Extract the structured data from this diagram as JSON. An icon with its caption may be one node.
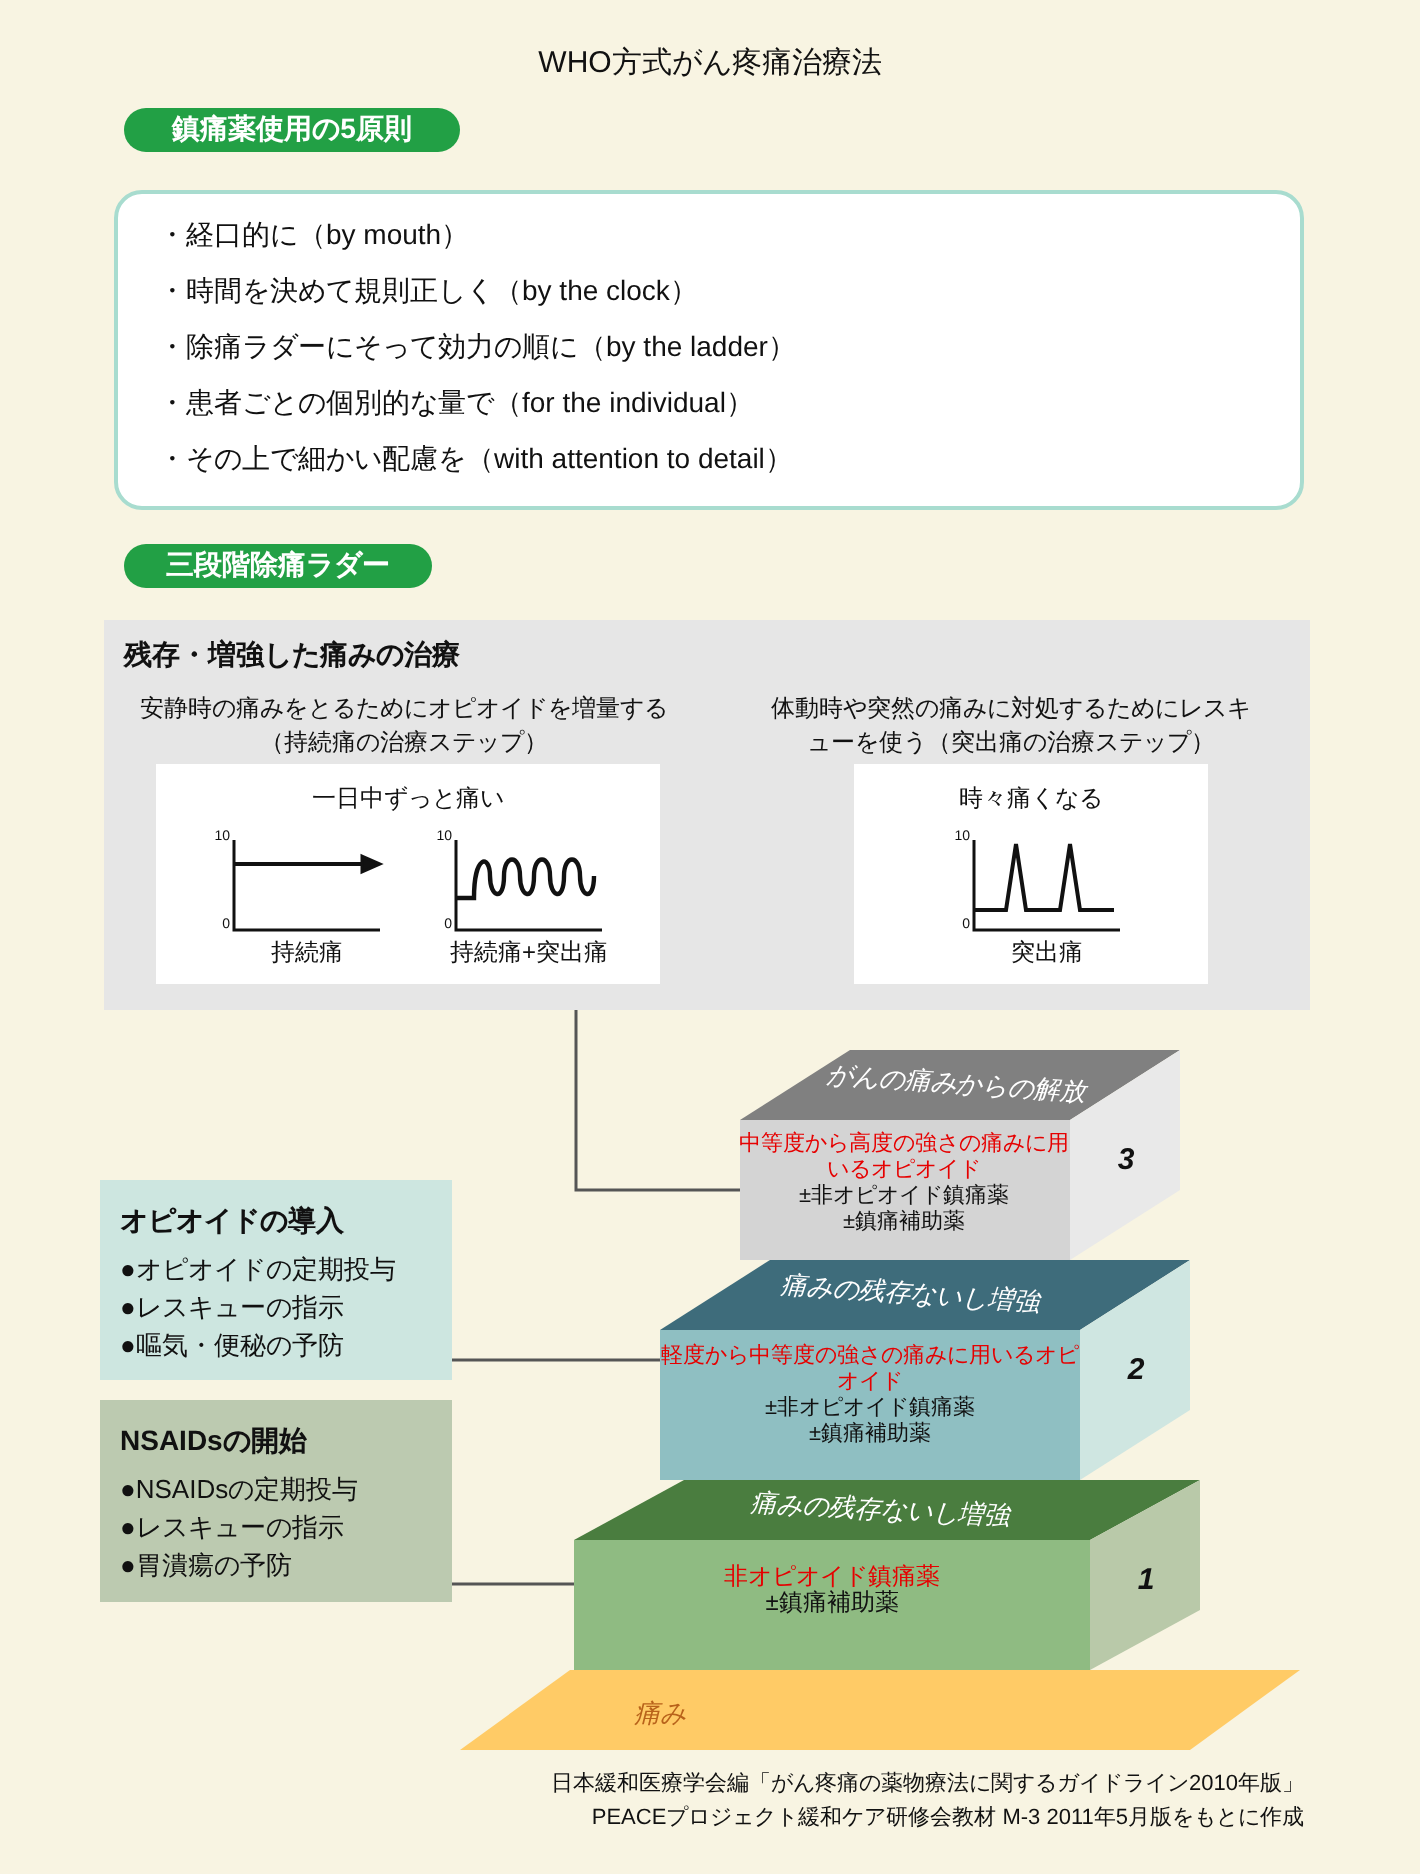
{
  "diagram": {
    "title": "WHO方式がん疼痛治療法",
    "nodes": [
      {
        "text": [
          "鎮痛薬使用の5原則"
        ]
      },
      {
        "text": [
          "・経口的に（by mouth）",
          "・時間を決めて規則正しく（by the clock）",
          "・除痛ラダーにそって効力の順に（by the ladder）",
          "・患者ごとの個別的な量で（for the individual）",
          "・その上で細かい配慮を（with attention to detail）"
        ]
      },
      {
        "text": [
          "三段階除痛ラダー"
        ]
      },
      {
        "text": [
          "残存・増強した痛みの治療",
          "安静時の痛みをとるためにオピオイドを増量する（持続痛の治療ステップ）",
          "体動時や突然の痛みに対処するためにレスキューを使う（突出痛の治療ステップ）"
        ]
      },
      {
        "text": [
          "一日中ずっと痛い",
          "10",
          "0",
          "持続痛",
          "10",
          "0",
          "持続痛+突出痛"
        ],
        "in": 3
      },
      {
        "text": [
          "時々痛くなる",
          "10",
          "0",
          "突出痛"
        ],
        "in": 3
      },
      {
        "text": [
          "がんの痛みからの解放",
          "中等度から高度の強さの痛みに用いるオピオイド",
          "±非オピオイド鎮痛薬",
          "±鎮痛補助薬",
          "3"
        ]
      },
      {
        "text": [
          "痛みの残存ないし増強",
          "軽度から中等度の強さの痛みに用いるオピオイド",
          "±非オピオイド鎮痛薬",
          "±鎮痛補助薬",
          "2"
        ]
      },
      {
        "text": [
          "痛みの残存ないし増強",
          "非オピオイド鎮痛薬",
          "±鎮痛補助薬",
          "1"
        ]
      },
      {
        "text": [
          "痛み"
        ]
      },
      {
        "text": [
          "オピオイドの導入",
          "●オピオイドの定期投与",
          "●レスキューの指示",
          "●嘔気・便秘の予防"
        ]
      },
      {
        "text": [
          "NSAIDsの開始",
          "●NSAIDsの定期投与",
          "●レスキューの指示",
          "●胃潰瘍の予防"
        ]
      }
    ],
    "edges": [
      {
        "from": 3,
        "to": 6,
        "arrow": "none"
      },
      {
        "from": 10,
        "to": 7,
        "arrow": "none"
      },
      {
        "from": 11,
        "to": 8,
        "arrow": "none"
      }
    ],
    "labels": [
      "日本緩和医療学会編「がん疼痛の薬物療法に関するガイドライン2010年版」",
      "PEACEプロジェクト緩和ケア研修会教材 M-3 2011年5月版をもとに作成"
    ]
  }
}
